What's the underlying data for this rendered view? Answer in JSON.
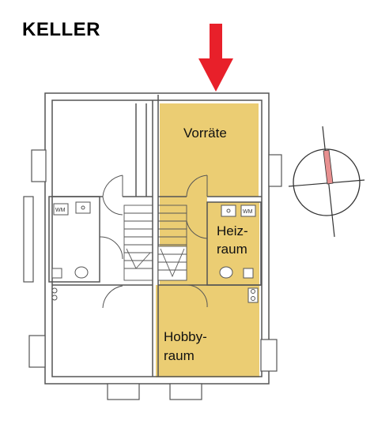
{
  "title": "KELLER",
  "rooms": {
    "vorraete": "Vorräte",
    "heiz_line1": "Heiz-",
    "heiz_line2": "raum",
    "hobby_line1": "Hobby-",
    "hobby_line2": "raum"
  },
  "appliance_left": "WM",
  "appliance_right": "WM",
  "colors": {
    "highlight": "#ebcd73",
    "arrow": "#e8202a",
    "compass_needle": "#e89090"
  },
  "icons": [
    "arrow-down-icon",
    "compass-icon"
  ]
}
